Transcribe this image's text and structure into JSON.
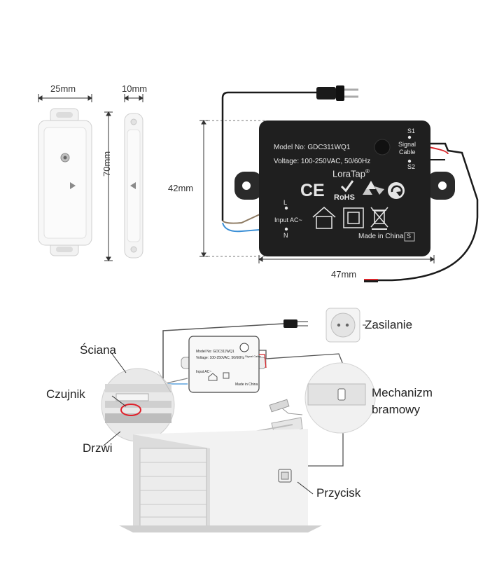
{
  "dimensions": {
    "sensor_width": "25mm",
    "magnet_width": "10mm",
    "sensor_height": "70mm",
    "hub_height": "42mm",
    "hub_width": "47mm"
  },
  "device": {
    "model": "Model No: GDC311WQ1",
    "voltage": "Voltage: 100-250VAC, 50/60Hz",
    "brand": "LoraTap",
    "brand_mark": "®",
    "terminal_s1": "S1",
    "terminal_s2": "S2",
    "signal": "Signal",
    "cable": "Cable",
    "terminal_l": "L",
    "terminal_n": "N",
    "input_ac": "Input AC~",
    "ce": "CE",
    "rohs": "RoHS",
    "made_in": "Made in China",
    "code": "S"
  },
  "install": {
    "zasilanie": "Zasilanie",
    "sciana": "Ściana",
    "czujnik": "Czujnik",
    "drzwi": "Drzwi",
    "mechanizm_line1": "Mechanizm",
    "mechanizm_line2": "bramowy",
    "przycisk": "Przycisk"
  },
  "mini_hub": {
    "model": "Model No: GDC311WQ1",
    "voltage": "Voltage: 100-250VAC, 50/60Hz",
    "signal": "Signal Cable",
    "input": "Input AC~",
    "made_in": "Made in China"
  },
  "colors": {
    "device_body": "#1f1f1f",
    "wire_red": "#d8262b",
    "wire_blue": "#3b8fd6",
    "accent_outline": "#e0202a"
  }
}
